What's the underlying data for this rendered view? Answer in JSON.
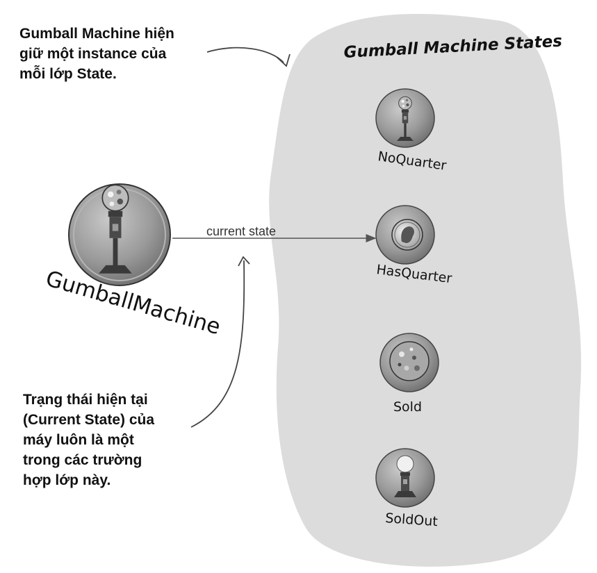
{
  "notes": {
    "top": "Gumball Machine hiện\ngiữ một instance của\nmỗi lớp State.",
    "bottom": "Trạng thái hiện tại\n(Current State) của\nmáy luôn là một\ntrong các trường\nhợp lớp này."
  },
  "states_group": {
    "title": "Gumball Machine States",
    "states": [
      {
        "label": "NoQuarter",
        "icon": "gumball-machine-icon"
      },
      {
        "label": "HasQuarter",
        "icon": "quarter-coin-icon"
      },
      {
        "label": "Sold",
        "icon": "gumball-icon"
      },
      {
        "label": "SoldOut",
        "icon": "empty-gumball-machine-icon"
      }
    ]
  },
  "machine": {
    "label": "GumballMachine",
    "icon": "gumball-machine-icon"
  },
  "arrow": {
    "label": "current state"
  },
  "colors": {
    "blob": "#dcdcdc",
    "disc": "#8e8e8e",
    "line": "#555555",
    "text": "#111111"
  }
}
